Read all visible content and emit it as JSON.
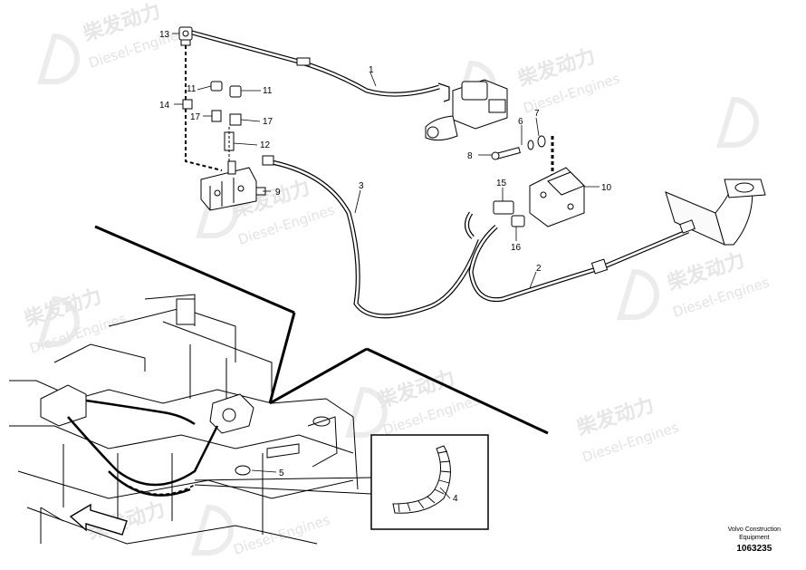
{
  "callouts": [
    {
      "label": "13"
    },
    {
      "label": "1"
    },
    {
      "label": "11"
    },
    {
      "label": "11"
    },
    {
      "label": "14"
    },
    {
      "label": "17"
    },
    {
      "label": "17"
    },
    {
      "label": "12"
    },
    {
      "label": "9"
    },
    {
      "label": "3"
    },
    {
      "label": "6"
    },
    {
      "label": "7"
    },
    {
      "label": "8"
    },
    {
      "label": "10"
    },
    {
      "label": "15"
    },
    {
      "label": "16"
    },
    {
      "label": "2"
    },
    {
      "label": "5"
    },
    {
      "label": "4"
    }
  ],
  "watermark": {
    "brand_cn": "柴发动力",
    "brand_en": "Diesel-Engines"
  },
  "footer": {
    "company_line1": "Volvo Construction",
    "company_line2": "Equipment",
    "code": "1063235"
  }
}
